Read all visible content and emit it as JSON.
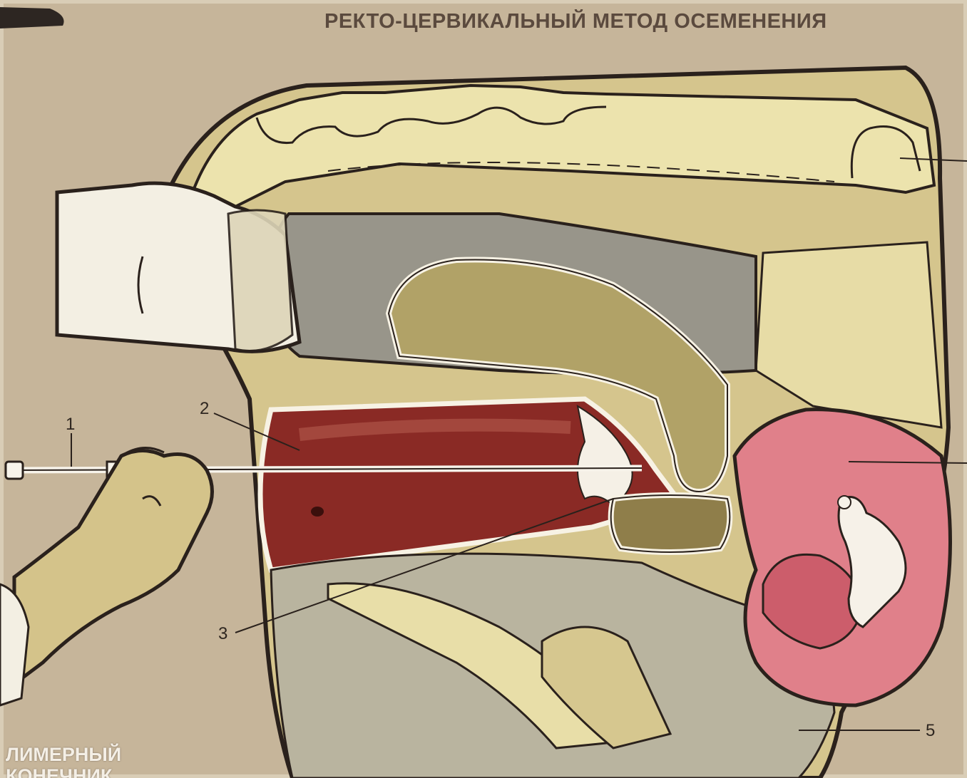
{
  "title": "РЕКТО-ЦЕРВИКАЛЬНЫЙ МЕТОД ОСЕМЕНЕНИЯ",
  "callouts": [
    "1",
    "2",
    "3",
    "5"
  ],
  "corner_text": [
    "ЛИМЕРНЫЙ",
    "КОНЕЧНИК"
  ],
  "colors": {
    "background": "#c8b79c",
    "bone": "#ece3ad",
    "flesh_yellow": "#d7c88e",
    "rectum_gray": "#979487",
    "vagina_red": "#8a2a25",
    "uterus_pink": "#e2808a",
    "outline": "#2a211c"
  }
}
